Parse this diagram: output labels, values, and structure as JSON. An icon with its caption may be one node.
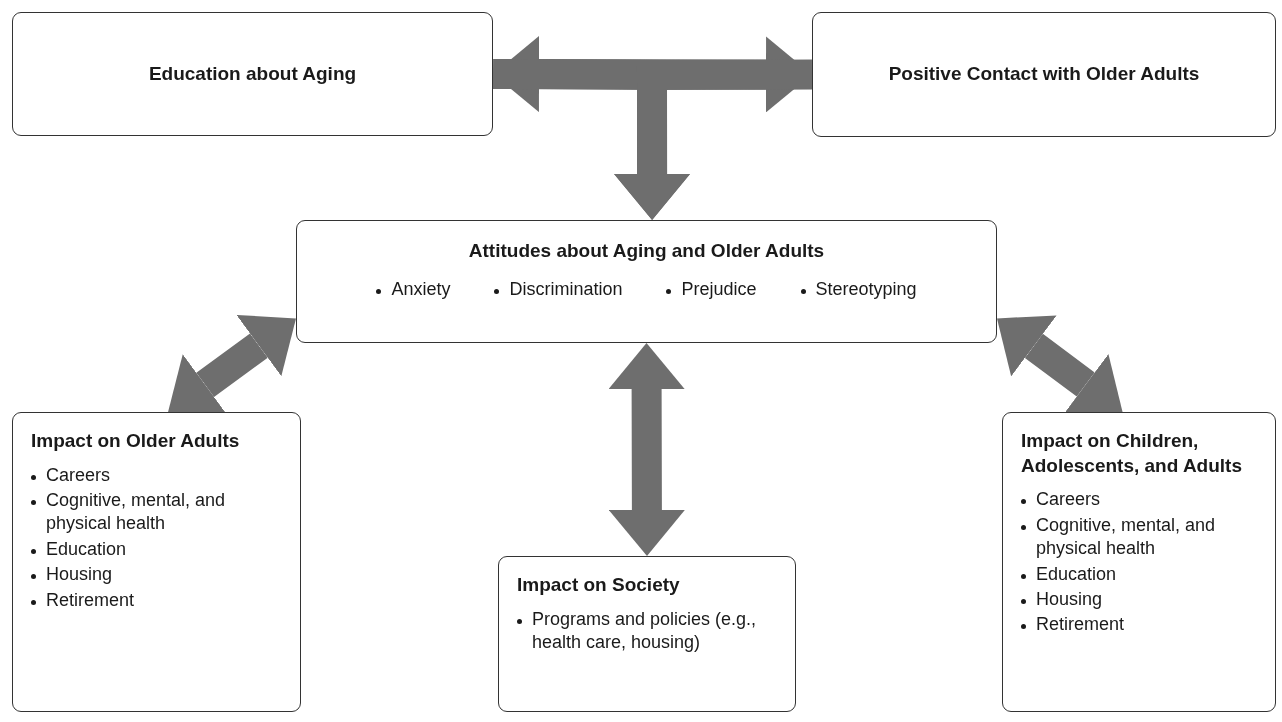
{
  "diagram": {
    "nodes": [
      {
        "text": [
          "Education about Aging"
        ]
      },
      {
        "text": [
          "Positive Contact with Older Adults"
        ]
      },
      {
        "text": [
          "Attitudes about Aging and Older Adults",
          "Anxiety",
          "Discrimination",
          "Prejudice",
          "Stereotyping"
        ]
      },
      {
        "text": [
          "Impact on Older Adults",
          "Careers",
          "Cognitive, mental, and physical health",
          "Education",
          "Housing",
          "Retirement"
        ]
      },
      {
        "text": [
          "Impact on Society",
          "Programs and policies (e.g., health care, housing)"
        ]
      },
      {
        "text": [
          "Impact on Children, Adolescents, and Adults",
          "Careers",
          "Cognitive, mental, and physical health",
          "Education",
          "Housing",
          "Retirement"
        ]
      }
    ],
    "edges": [
      {
        "from": 0,
        "to": 1,
        "arrow": "both"
      },
      {
        "from": 0,
        "to": 2,
        "arrow": "to"
      },
      {
        "from": 1,
        "to": 2,
        "arrow": "to"
      },
      {
        "from": 2,
        "to": 3,
        "arrow": "both"
      },
      {
        "from": 2,
        "to": 4,
        "arrow": "both"
      },
      {
        "from": 2,
        "to": 5,
        "arrow": "both"
      }
    ]
  }
}
